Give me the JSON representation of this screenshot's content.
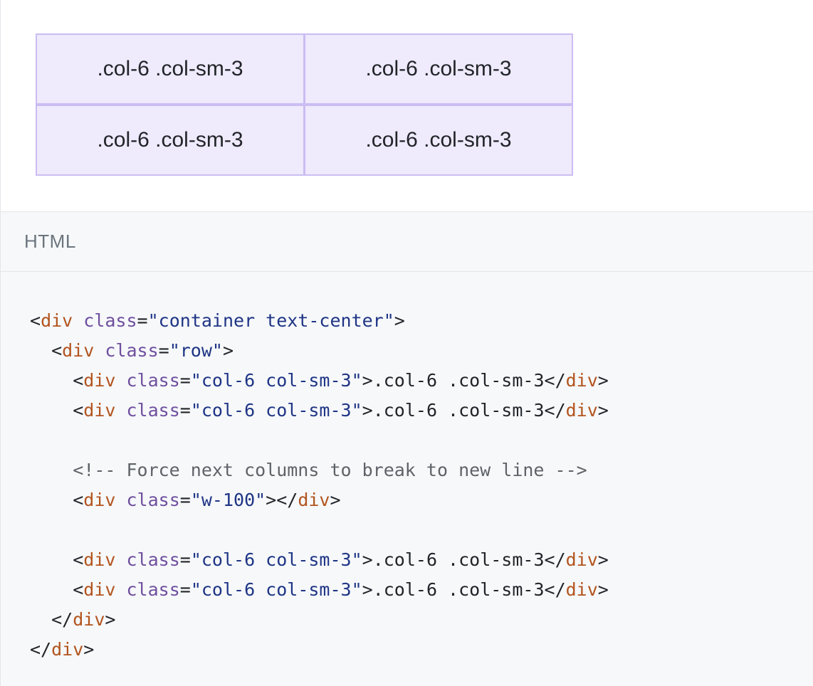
{
  "demo": {
    "cells": [
      ".col-6 .col-sm-3",
      ".col-6 .col-sm-3",
      ".col-6 .col-sm-3",
      ".col-6 .col-sm-3"
    ]
  },
  "code": {
    "language_label": "HTML",
    "lines": [
      [
        [
          "p",
          "<"
        ],
        [
          "t",
          "div"
        ],
        [
          "p",
          " "
        ],
        [
          "a",
          "class"
        ],
        [
          "p",
          "="
        ],
        [
          "v",
          "\"container text-center\""
        ],
        [
          "p",
          ">"
        ]
      ],
      [
        [
          "p",
          "  <"
        ],
        [
          "t",
          "div"
        ],
        [
          "p",
          " "
        ],
        [
          "a",
          "class"
        ],
        [
          "p",
          "="
        ],
        [
          "v",
          "\"row\""
        ],
        [
          "p",
          ">"
        ]
      ],
      [
        [
          "p",
          "    <"
        ],
        [
          "t",
          "div"
        ],
        [
          "p",
          " "
        ],
        [
          "a",
          "class"
        ],
        [
          "p",
          "="
        ],
        [
          "v",
          "\"col-6 col-sm-3\""
        ],
        [
          "p",
          ">.col-6 .col-sm-3</"
        ],
        [
          "t",
          "div"
        ],
        [
          "p",
          ">"
        ]
      ],
      [
        [
          "p",
          "    <"
        ],
        [
          "t",
          "div"
        ],
        [
          "p",
          " "
        ],
        [
          "a",
          "class"
        ],
        [
          "p",
          "="
        ],
        [
          "v",
          "\"col-6 col-sm-3\""
        ],
        [
          "p",
          ">.col-6 .col-sm-3</"
        ],
        [
          "t",
          "div"
        ],
        [
          "p",
          ">"
        ]
      ],
      [],
      [
        [
          "p",
          "    "
        ],
        [
          "c",
          "<!-- Force next columns to break to new line -->"
        ]
      ],
      [
        [
          "p",
          "    <"
        ],
        [
          "t",
          "div"
        ],
        [
          "p",
          " "
        ],
        [
          "a",
          "class"
        ],
        [
          "p",
          "="
        ],
        [
          "v",
          "\"w-100\""
        ],
        [
          "p",
          "></"
        ],
        [
          "t",
          "div"
        ],
        [
          "p",
          ">"
        ]
      ],
      [],
      [
        [
          "p",
          "    <"
        ],
        [
          "t",
          "div"
        ],
        [
          "p",
          " "
        ],
        [
          "a",
          "class"
        ],
        [
          "p",
          "="
        ],
        [
          "v",
          "\"col-6 col-sm-3\""
        ],
        [
          "p",
          ">.col-6 .col-sm-3</"
        ],
        [
          "t",
          "div"
        ],
        [
          "p",
          ">"
        ]
      ],
      [
        [
          "p",
          "    <"
        ],
        [
          "t",
          "div"
        ],
        [
          "p",
          " "
        ],
        [
          "a",
          "class"
        ],
        [
          "p",
          "="
        ],
        [
          "v",
          "\"col-6 col-sm-3\""
        ],
        [
          "p",
          ">.col-6 .col-sm-3</"
        ],
        [
          "t",
          "div"
        ],
        [
          "p",
          ">"
        ]
      ],
      [
        [
          "p",
          "  </"
        ],
        [
          "t",
          "div"
        ],
        [
          "p",
          ">"
        ]
      ],
      [
        [
          "p",
          "</"
        ],
        [
          "t",
          "div"
        ],
        [
          "p",
          ">"
        ]
      ]
    ]
  },
  "colors": {
    "cell_bg": "#efeafc",
    "cell_border": "#cbbcf3",
    "code_bg": "#f6f8fa",
    "tag": "#b3541e",
    "attr": "#6f4f9e",
    "value": "#1f3585",
    "comment": "#5f6368"
  }
}
